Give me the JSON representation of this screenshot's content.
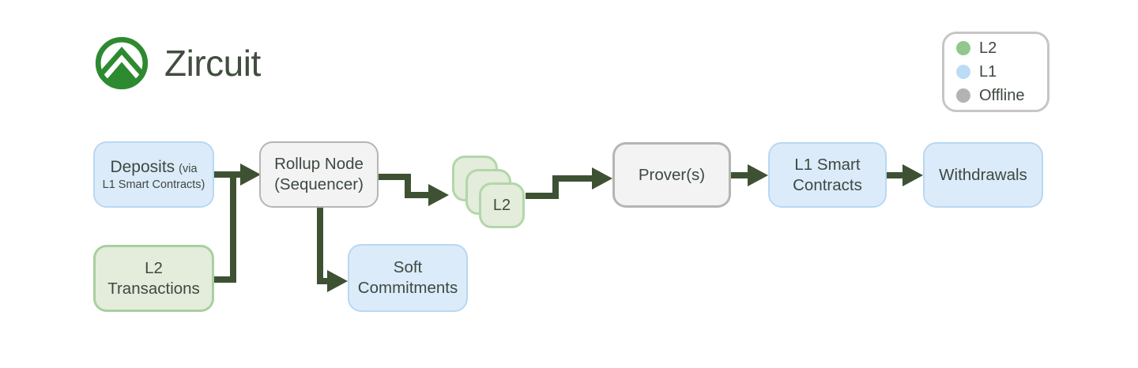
{
  "brand": {
    "name": "Zircuit"
  },
  "legend": {
    "items": [
      {
        "label": "L2",
        "color": "#92c78f"
      },
      {
        "label": "L1",
        "color": "#bcdcf6"
      },
      {
        "label": "Offline",
        "color": "#b3b3b3"
      }
    ]
  },
  "diagram": {
    "nodes": {
      "deposits": {
        "type": "L1",
        "label": "Deposits",
        "suffix": "(via",
        "line2": "L1 Smart Contracts)"
      },
      "l2_transactions": {
        "type": "L2",
        "line1": "L2",
        "line2": "Transactions"
      },
      "rollup_node": {
        "type": "Offline",
        "line1": "Rollup Node",
        "line2": "(Sequencer)"
      },
      "l2_blocks": {
        "type": "L2",
        "label": "L2",
        "stacked_count": 3
      },
      "soft_commitments": {
        "type": "L1",
        "line1": "Soft",
        "line2": "Commitments"
      },
      "provers": {
        "type": "Offline",
        "label": "Prover(s)"
      },
      "l1_smart_contracts": {
        "type": "L1",
        "line1": "L1 Smart",
        "line2": "Contracts"
      },
      "withdrawals": {
        "type": "L1",
        "label": "Withdrawals"
      }
    },
    "edges": [
      {
        "from": "deposits",
        "to": "rollup_node"
      },
      {
        "from": "l2_transactions",
        "to": "rollup_node"
      },
      {
        "from": "rollup_node",
        "to": "l2_blocks"
      },
      {
        "from": "rollup_node",
        "to": "soft_commitments"
      },
      {
        "from": "l2_blocks",
        "to": "provers"
      },
      {
        "from": "provers",
        "to": "l1_smart_contracts"
      },
      {
        "from": "l1_smart_contracts",
        "to": "withdrawals"
      }
    ]
  },
  "colors": {
    "l2_fill": "#e4ecdb",
    "l2_border": "#a8d09f",
    "l1_fill": "#dcebfa",
    "l1_border": "#b7d8f3",
    "offline_fill": "#f3f3f3",
    "offline_border": "#b5b5b5",
    "arrow": "#3e5233",
    "brand_green": "#2e8a31",
    "text": "#3e4941"
  }
}
